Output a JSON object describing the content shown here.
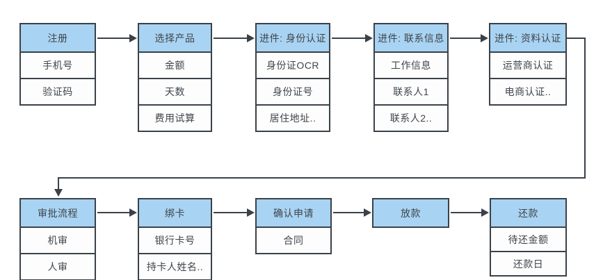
{
  "diagram": {
    "colors": {
      "header_fill": "#a9d3f2",
      "box_border": "#3a4149",
      "text": "#3f454c",
      "background": "#ffffff"
    },
    "nodes": [
      {
        "title": "注册",
        "items": [
          "手机号",
          "验证码"
        ]
      },
      {
        "title": "选择产品",
        "items": [
          "金额",
          "天数",
          "费用试算"
        ]
      },
      {
        "title": "进件: 身份认证",
        "items": [
          "身份证OCR",
          "身份证号",
          "居住地址.."
        ]
      },
      {
        "title": "进件: 联系信息",
        "items": [
          "工作信息",
          "联系人1",
          "联系人2.."
        ]
      },
      {
        "title": "进件: 资料认证",
        "items": [
          "运营商认证",
          "电商认证.."
        ]
      },
      {
        "title": "审批流程",
        "items": [
          "机审",
          "人审"
        ]
      },
      {
        "title": "绑卡",
        "items": [
          "银行卡号",
          "持卡人姓名.."
        ]
      },
      {
        "title": "确认申请",
        "items": [
          "合同"
        ]
      },
      {
        "title": "放款",
        "items": []
      },
      {
        "title": "还款",
        "items": [
          "待还金额",
          "还款日"
        ]
      }
    ]
  }
}
